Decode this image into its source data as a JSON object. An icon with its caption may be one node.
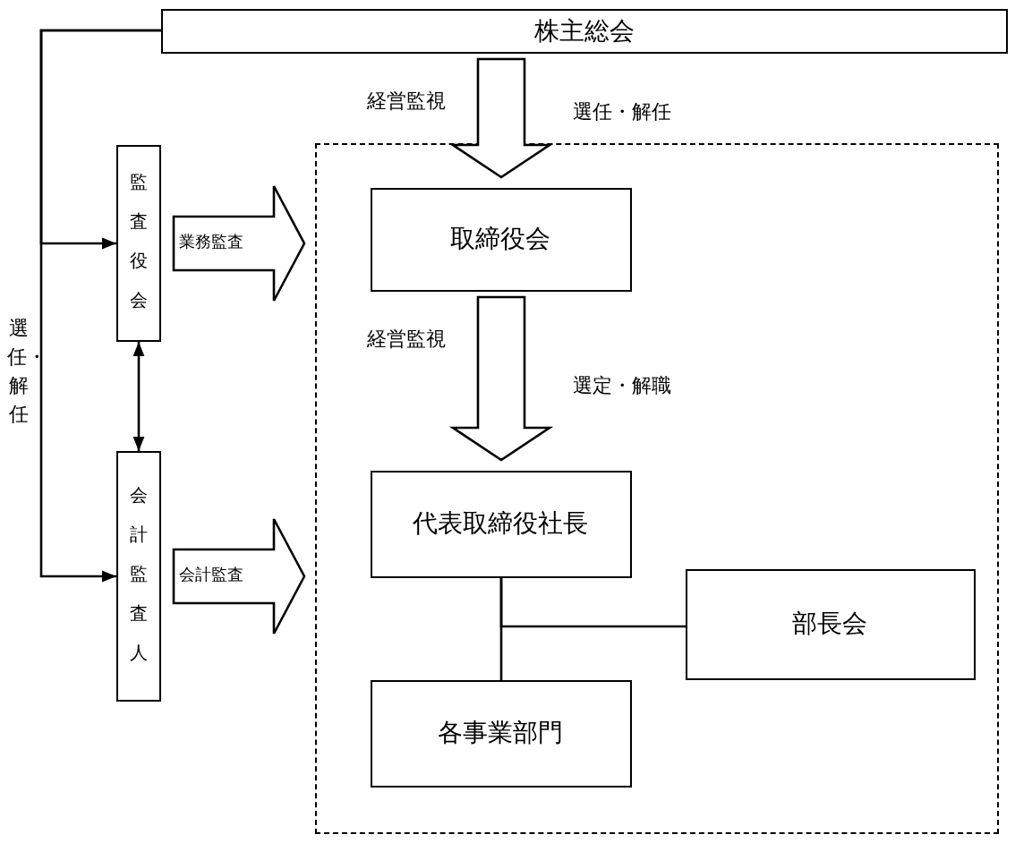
{
  "diagram": {
    "nodes": [
      {
        "text": [
          "株主総会"
        ]
      },
      {
        "text": [],
        "shape": "box"
      },
      {
        "text": [
          "取締役会"
        ],
        "in": 1
      },
      {
        "text": [
          "代表取締役社長"
        ],
        "in": 1
      },
      {
        "text": [
          "部長会"
        ],
        "in": 1
      },
      {
        "text": [
          "各事業部門"
        ],
        "in": 1
      },
      {
        "text": [
          "監査役会"
        ]
      },
      {
        "text": [
          "会計監査人"
        ]
      }
    ],
    "edges": [
      {
        "from": 0,
        "to": 2,
        "arrow": "to",
        "label": "経営監視",
        "style": "thick"
      },
      {
        "from": 2,
        "to": 3,
        "arrow": "to",
        "label": "経営監視",
        "style": "thick"
      },
      {
        "from": 6,
        "to": 1,
        "arrow": "to",
        "label": "業務監査",
        "style": "thick"
      },
      {
        "from": 7,
        "to": 1,
        "arrow": "to",
        "label": "会計監査",
        "style": "thick"
      },
      {
        "from": 0,
        "to": 6,
        "arrow": "to"
      },
      {
        "from": 0,
        "to": 7,
        "arrow": "to"
      },
      {
        "from": 6,
        "to": 7,
        "arrow": "both"
      },
      {
        "from": 3,
        "to": 5,
        "arrow": "none"
      },
      {
        "from": 3,
        "to": 4,
        "arrow": "none"
      }
    ],
    "labels": [
      "選任・解任",
      "選定・解職",
      "選任・解任"
    ]
  }
}
